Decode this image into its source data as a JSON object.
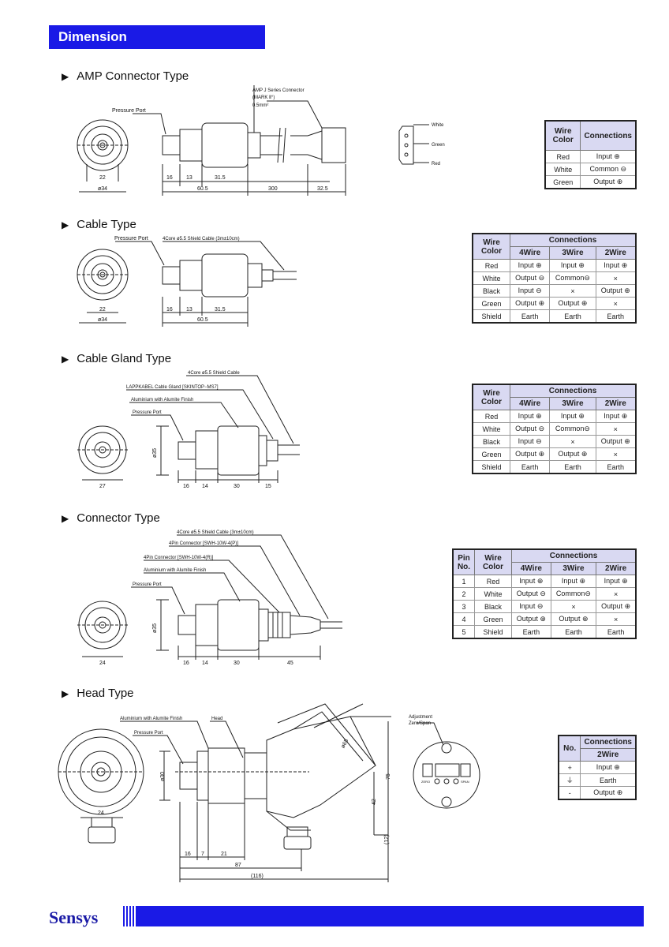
{
  "header": {
    "title": "Dimension"
  },
  "sections": {
    "amp": {
      "title": "AMP Connector Type",
      "labels": {
        "pressure_port": "Pressure Port",
        "connector": "AMP J Series Connector",
        "mark": "(MARK Ⅱ°)",
        "area": "0.5mm²",
        "d22": "22",
        "d34": "ø34",
        "d16": "16",
        "d13": "13",
        "d315": "31.5",
        "d605": "60.5",
        "d300": "300",
        "d325": "32.5",
        "white": "White",
        "green": "Green",
        "red": "Red"
      },
      "table": {
        "h_wire": "Wire Color",
        "h_conn": "Connections",
        "rows": [
          [
            "Red",
            "Input ⊕"
          ],
          [
            "White",
            "Common ⊖"
          ],
          [
            "Green",
            "Output ⊕"
          ]
        ]
      }
    },
    "cable": {
      "title": "Cable Type",
      "labels": {
        "pressure_port": "Pressure Port",
        "cable": "4Core ø5.5 Shield Cable (3m±10cm)",
        "d22": "22",
        "d34": "ø34",
        "d16": "16",
        "d13": "13",
        "d315": "31.5",
        "d605": "60.5"
      },
      "table": {
        "h_wire": "Wire Color",
        "h_conn": "Connections",
        "sub": [
          "4Wire",
          "3Wire",
          "2Wire"
        ],
        "rows": [
          [
            "Red",
            "Input ⊕",
            "Input ⊕",
            "Input ⊕"
          ],
          [
            "White",
            "Output ⊖",
            "Common⊖",
            "×"
          ],
          [
            "Black",
            "Input ⊖",
            "×",
            "Output ⊕"
          ],
          [
            "Green",
            "Output ⊕",
            "Output ⊕",
            "×"
          ],
          [
            "Shield",
            "Earth",
            "Earth",
            "Earth"
          ]
        ]
      }
    },
    "gland": {
      "title": "Cable Gland Type",
      "labels": {
        "cable": "4Core ø5.5 Shield Cable",
        "gland": "LAPPKABEL Cable Gland [SKINTOP−MS7]",
        "alu": "Aluminium with Alumite Finish",
        "pressure_port": "Pressure Port",
        "d35": "ø35",
        "d27": "27",
        "d16": "16",
        "d14": "14",
        "d30": "30",
        "d15": "15"
      },
      "table": {
        "h_wire": "Wire Color",
        "h_conn": "Connections",
        "sub": [
          "4Wire",
          "3Wire",
          "2Wire"
        ],
        "rows": [
          [
            "Red",
            "Input ⊕",
            "Input ⊕",
            "Input ⊕"
          ],
          [
            "White",
            "Output ⊖",
            "Common⊖",
            "×"
          ],
          [
            "Black",
            "Input ⊖",
            "×",
            "Output ⊕"
          ],
          [
            "Green",
            "Output ⊕",
            "Output ⊕",
            "×"
          ],
          [
            "Shield",
            "Earth",
            "Earth",
            "Earth"
          ]
        ]
      }
    },
    "connector": {
      "title": "Connector Type",
      "labels": {
        "cable": "4Core ø5.5 Shield Cable (3m±10cm)",
        "p_conn": "4Pin Connector [SWH-10W-4(P)]",
        "r_conn": "4Pin Connector [SWH-10W-4(R)]",
        "alu": "Aluminium with Alumite Finish",
        "pressure_port": "Pressure Port",
        "d35": "ø35",
        "d24": "24",
        "d16": "16",
        "d14": "14",
        "d30": "30",
        "d45": "45"
      },
      "table": {
        "h_pin": "Pin No.",
        "h_wire": "Wire Color",
        "h_conn": "Connections",
        "sub": [
          "4Wire",
          "3Wire",
          "2Wire"
        ],
        "rows": [
          [
            "1",
            "Red",
            "Input ⊕",
            "Input ⊕",
            "Input ⊕"
          ],
          [
            "2",
            "White",
            "Output ⊖",
            "Common⊖",
            "×"
          ],
          [
            "3",
            "Black",
            "Input ⊖",
            "×",
            "Output ⊕"
          ],
          [
            "4",
            "Green",
            "Output ⊕",
            "Output ⊕",
            "×"
          ],
          [
            "5",
            "Shield",
            "Earth",
            "Earth",
            "Earth"
          ]
        ]
      }
    },
    "head": {
      "title": "Head Type",
      "labels": {
        "alu": "Aluminium with Alumite Finish",
        "head": "Head",
        "pressure_port": "Pressure Port",
        "d30": "ø30",
        "d24": "24",
        "d65": "ø65",
        "d75": "75",
        "d42": "42",
        "d12": "(12)",
        "d16": "16",
        "d7": "7",
        "d21": "21",
        "d87": "87",
        "d116": "(116)",
        "adj": "Adjustment",
        "zs": "Zero/Span",
        "zero": "ZERO",
        "span": "SPAN"
      },
      "table": {
        "h_no": "No.",
        "h_conn": "Connections",
        "sub": "2Wire",
        "rows": [
          [
            "+",
            "Input ⊕"
          ],
          [
            "⏚",
            "Earth"
          ],
          [
            "-",
            "Output ⊕"
          ]
        ]
      }
    }
  },
  "footer": {
    "brand": "Sensys"
  }
}
